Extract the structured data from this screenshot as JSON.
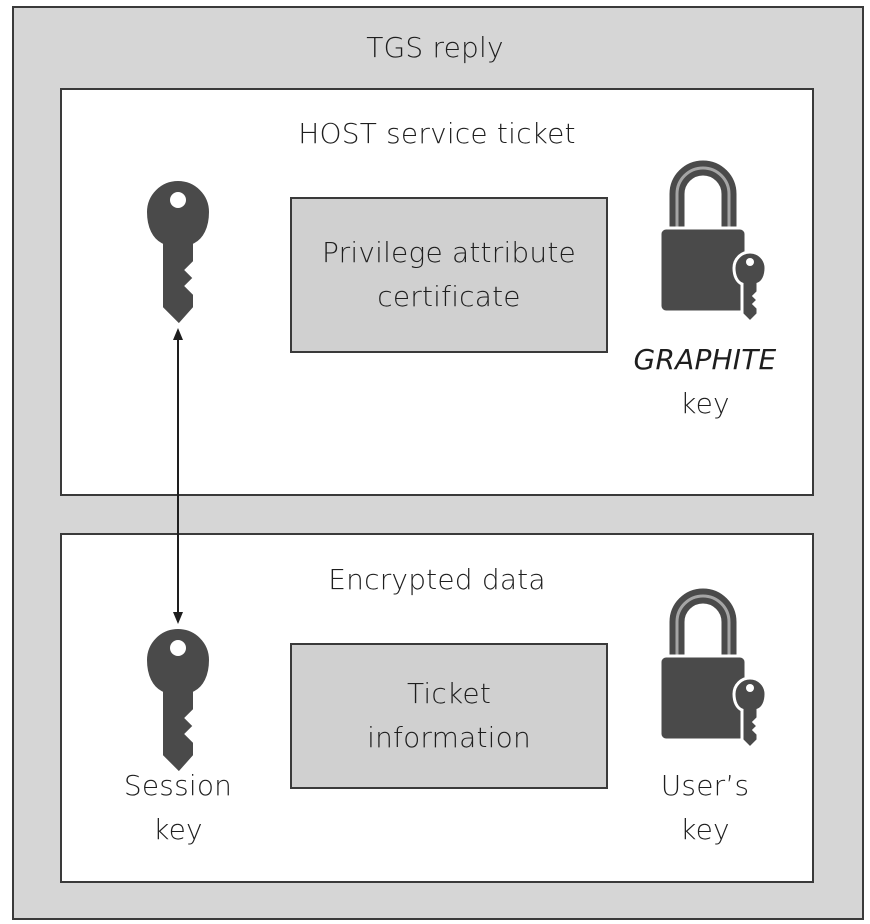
{
  "outer_title": "TGS reply",
  "host_ticket": {
    "title": "HOST service ticket",
    "pac_line1": "Privilege attribute",
    "pac_line2": "certificate",
    "key_name": "GRAPHITE",
    "key_word": "key"
  },
  "encrypted_data": {
    "title": "Encrypted data",
    "info_line1": "Ticket",
    "info_line2": "information",
    "session_line1": "Session",
    "session_line2": "key",
    "user_line1": "User’s",
    "user_line2": "key"
  },
  "icons": [
    "key-icon",
    "padlock-icon",
    "double-arrow"
  ],
  "colors": {
    "background": "#d6d6d6",
    "panel": "#ffffff",
    "box": "#d0d0d0",
    "icon": "#4a4a4a",
    "border": "#3a3a3a"
  }
}
